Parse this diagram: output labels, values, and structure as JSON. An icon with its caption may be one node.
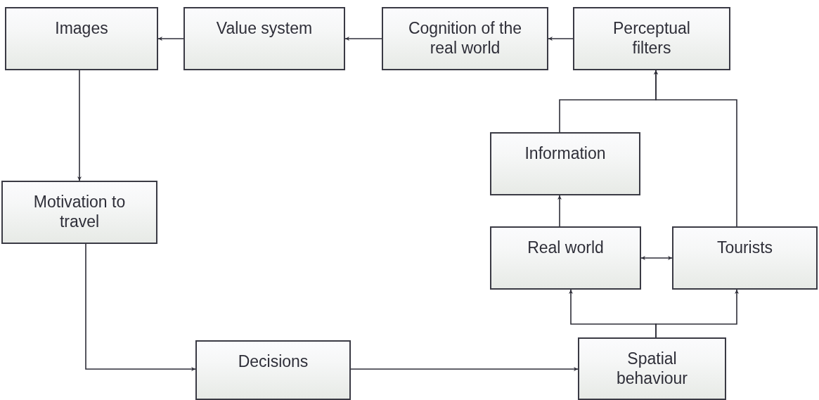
{
  "diagram": {
    "nodes": [
      {
        "text": [
          "Images"
        ]
      },
      {
        "text": [
          "Value system"
        ]
      },
      {
        "text": [
          "Cognition of the real world"
        ]
      },
      {
        "text": [
          "Perceptual filters"
        ]
      },
      {
        "text": [
          "Information"
        ]
      },
      {
        "text": [
          "Motivation to travel"
        ]
      },
      {
        "text": [
          "Real world"
        ]
      },
      {
        "text": [
          "Tourists"
        ]
      },
      {
        "text": [
          "Decisions"
        ]
      },
      {
        "text": [
          "Spatial behaviour"
        ]
      }
    ],
    "edges": [
      {
        "from": 3,
        "to": 2,
        "arrow": "to"
      },
      {
        "from": 2,
        "to": 1,
        "arrow": "to"
      },
      {
        "from": 1,
        "to": 0,
        "arrow": "to"
      },
      {
        "from": 0,
        "to": 5,
        "arrow": "to"
      },
      {
        "from": 5,
        "to": 8,
        "arrow": "to"
      },
      {
        "from": 8,
        "to": 9,
        "arrow": "to"
      },
      {
        "from": 9,
        "to": 6,
        "arrow": "to"
      },
      {
        "from": 9,
        "to": 7,
        "arrow": "to"
      },
      {
        "from": 6,
        "to": 4,
        "arrow": "to"
      },
      {
        "from": 4,
        "to": 3,
        "arrow": "to"
      },
      {
        "from": 7,
        "to": 3,
        "arrow": "to"
      },
      {
        "from": 6,
        "to": 7,
        "arrow": "both"
      }
    ]
  }
}
